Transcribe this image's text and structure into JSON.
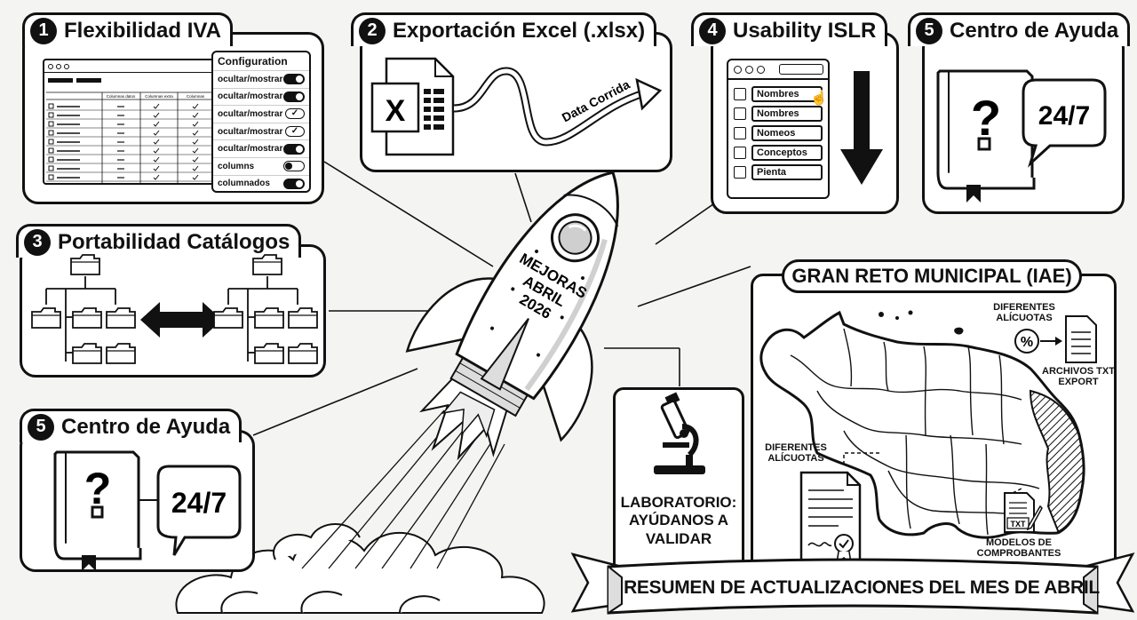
{
  "panels": {
    "p1": {
      "number": "1",
      "title": "Flexibilidad IVA"
    },
    "p2": {
      "number": "2",
      "title": "Exportación Excel (.xlsx)"
    },
    "p3": {
      "number": "3",
      "title": "Portabilidad Catálogos"
    },
    "p4": {
      "number": "4",
      "title": "Usability ISLR"
    },
    "p5a": {
      "number": "5",
      "title": "Centro de Ayuda"
    },
    "p5b": {
      "number": "5",
      "title": "Centro de Ayuda"
    }
  },
  "iva": {
    "config_title": "Configuration",
    "table_headers": [
      "Columnas datos",
      "Columnas extra",
      "Columnas"
    ],
    "rows": [
      {
        "label": "ocultar/mostrar",
        "state": "on"
      },
      {
        "label": "ocultar/mostrar",
        "state": "on"
      },
      {
        "label": "ocultar/mostrar",
        "state": "check"
      },
      {
        "label": "ocultar/mostrar",
        "state": "check"
      },
      {
        "label": "ocultar/mostrar",
        "state": "on"
      },
      {
        "label": "columns",
        "state": "off"
      },
      {
        "label": "columnados",
        "state": "on"
      }
    ]
  },
  "excel": {
    "excel_letter": "X",
    "flow_label": "Data Corrida"
  },
  "islr": {
    "fields": [
      "Nombres",
      "Nombres",
      "Nomeos",
      "Conceptos",
      "Pienta"
    ]
  },
  "help": {
    "question_mark": "?",
    "availability": "24/7"
  },
  "rocket": {
    "label_lines": [
      "MEJORAS",
      "ABRIL",
      "2026"
    ]
  },
  "municipal": {
    "title": "GRAN RETO MUNICIPAL (IAE)",
    "alicuotas_top": "DIFERENTES ALÍCUOTAS",
    "percent_symbol": "%",
    "archivos": "ARCHIVOS TXT EXPORT",
    "alicuotas_left": "DIFERENTES ALÍCUOTAS",
    "txt_label": "TXT",
    "modelos": "MODELOS DE COMPROBANTES"
  },
  "laboratorio": {
    "text": "LABORATORIO: AYÚDANOS A VALIDAR"
  },
  "banner": {
    "text": "RESUMEN DE ACTUALIZACIONES DEL MES DE ABRIL"
  }
}
